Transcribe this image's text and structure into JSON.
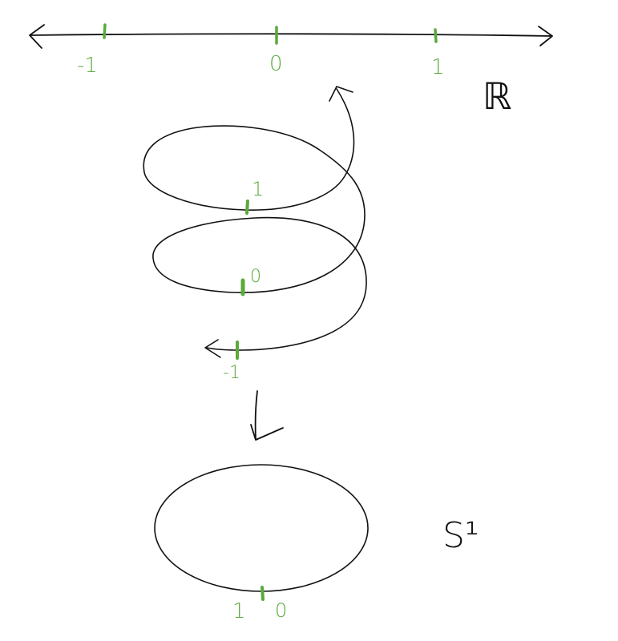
{
  "colors": {
    "ink": "#111111",
    "accent": "#5aaa3c"
  },
  "real_line": {
    "name": "ℝ",
    "tick_labels": {
      "minus_one": "-1",
      "zero": "0",
      "one": "1"
    }
  },
  "helix": {
    "tick_labels": {
      "one": "1",
      "zero": "0",
      "minus_one": "-1"
    }
  },
  "projection": {
    "arrow": "down-arrow"
  },
  "circle": {
    "name": "S¹",
    "tick_labels": {
      "one": "1",
      "zero": "0"
    }
  }
}
